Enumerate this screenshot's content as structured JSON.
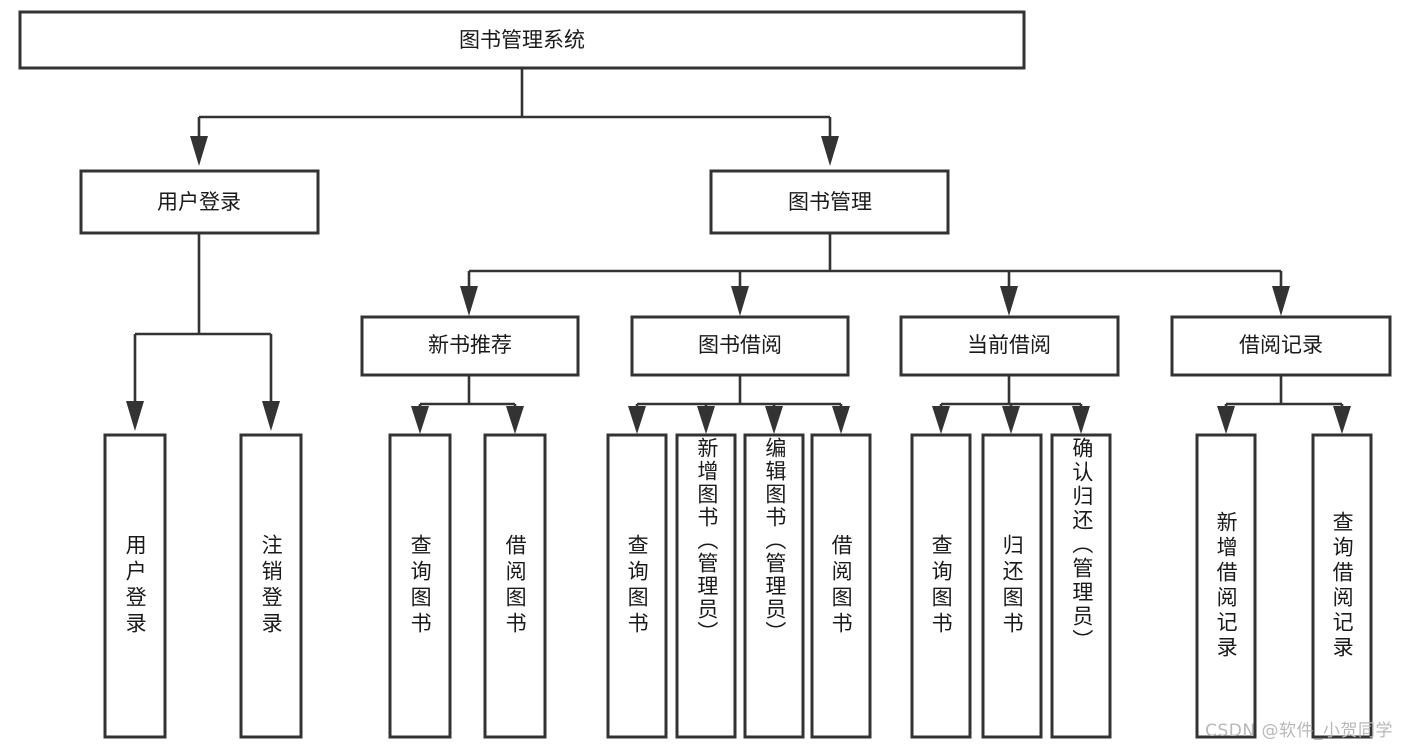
{
  "diagram": {
    "type": "tree",
    "title_node": {
      "label": "图书管理系统",
      "level": 0
    },
    "level1": [
      {
        "label": "用户登录"
      },
      {
        "label": "图书管理"
      }
    ],
    "level2": [
      {
        "label": "新书推荐"
      },
      {
        "label": "图书借阅"
      },
      {
        "label": "当前借阅"
      },
      {
        "label": "借阅记录"
      }
    ],
    "leaves": {
      "user_login": [
        {
          "label": "用户登录"
        },
        {
          "label": "注销登录"
        }
      ],
      "new_book_recommend": [
        {
          "label": "查询图书"
        },
        {
          "label": "借阅图书"
        }
      ],
      "book_borrow": [
        {
          "label": "查询图书"
        },
        {
          "label": "新增图书（管理员）"
        },
        {
          "label": "编辑图书（管理员）"
        },
        {
          "label": "借阅图书"
        }
      ],
      "current_borrow": [
        {
          "label": "查询图书"
        },
        {
          "label": "归还图书"
        },
        {
          "label": "确认归还（管理员）"
        }
      ],
      "borrow_record": [
        {
          "label": "新增借阅记录"
        },
        {
          "label": "查询借阅记录"
        }
      ]
    }
  },
  "watermark": {
    "text": "CSDN @软件_小贺同学"
  },
  "colors": {
    "box_stroke": "#333333",
    "box_fill": "#ffffff",
    "text": "#1a1a1a",
    "watermark": "#b8b8b8",
    "background": "#ffffff"
  }
}
